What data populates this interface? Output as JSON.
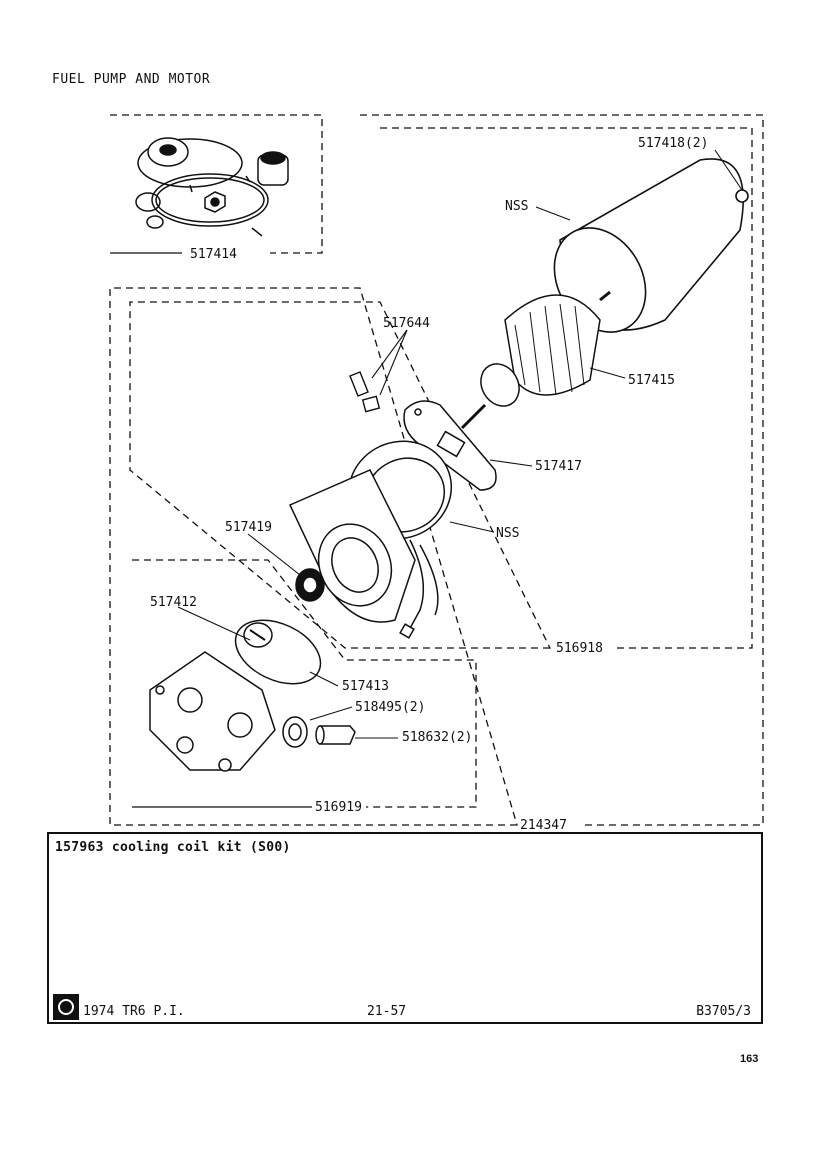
{
  "title": "FUEL PUMP AND MOTOR",
  "labels": {
    "kit_top": "517414",
    "brush_plate": "517418(2)",
    "yoke": "NSS",
    "brushes": "517644",
    "armature": "517415",
    "gasket": "517417",
    "end_frame": "NSS",
    "bearing_housing": "517419",
    "impeller": "517412",
    "o_ring": "517413",
    "washer": "518495(2)",
    "union": "518632(2)",
    "pump_body_group": "516919",
    "motor_group": "516918",
    "complete_assembly": "214347"
  },
  "info_box": {
    "kit_note": "157963 cooling coil kit (S00)",
    "model": "1974 TR6 P.I.",
    "plate": "21-57",
    "ref": "B3705/3"
  },
  "page_number": "163"
}
